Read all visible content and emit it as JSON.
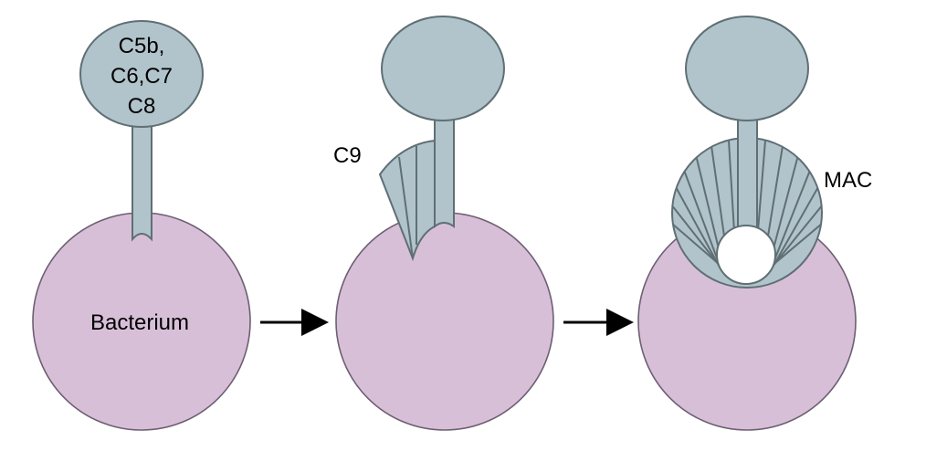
{
  "title": "Membrane attack complex formation",
  "colors": {
    "protein": "#b1c4cb",
    "bacterium": "#d8bfd8",
    "outline": "#5f6f74"
  },
  "stage1": {
    "complex_lines": [
      "C5b,",
      "C6,C7",
      "C8"
    ],
    "bacterium_label": "Bacterium"
  },
  "stage2": {
    "c9_label": "C9"
  },
  "stage3": {
    "mac_label": "MAC"
  }
}
